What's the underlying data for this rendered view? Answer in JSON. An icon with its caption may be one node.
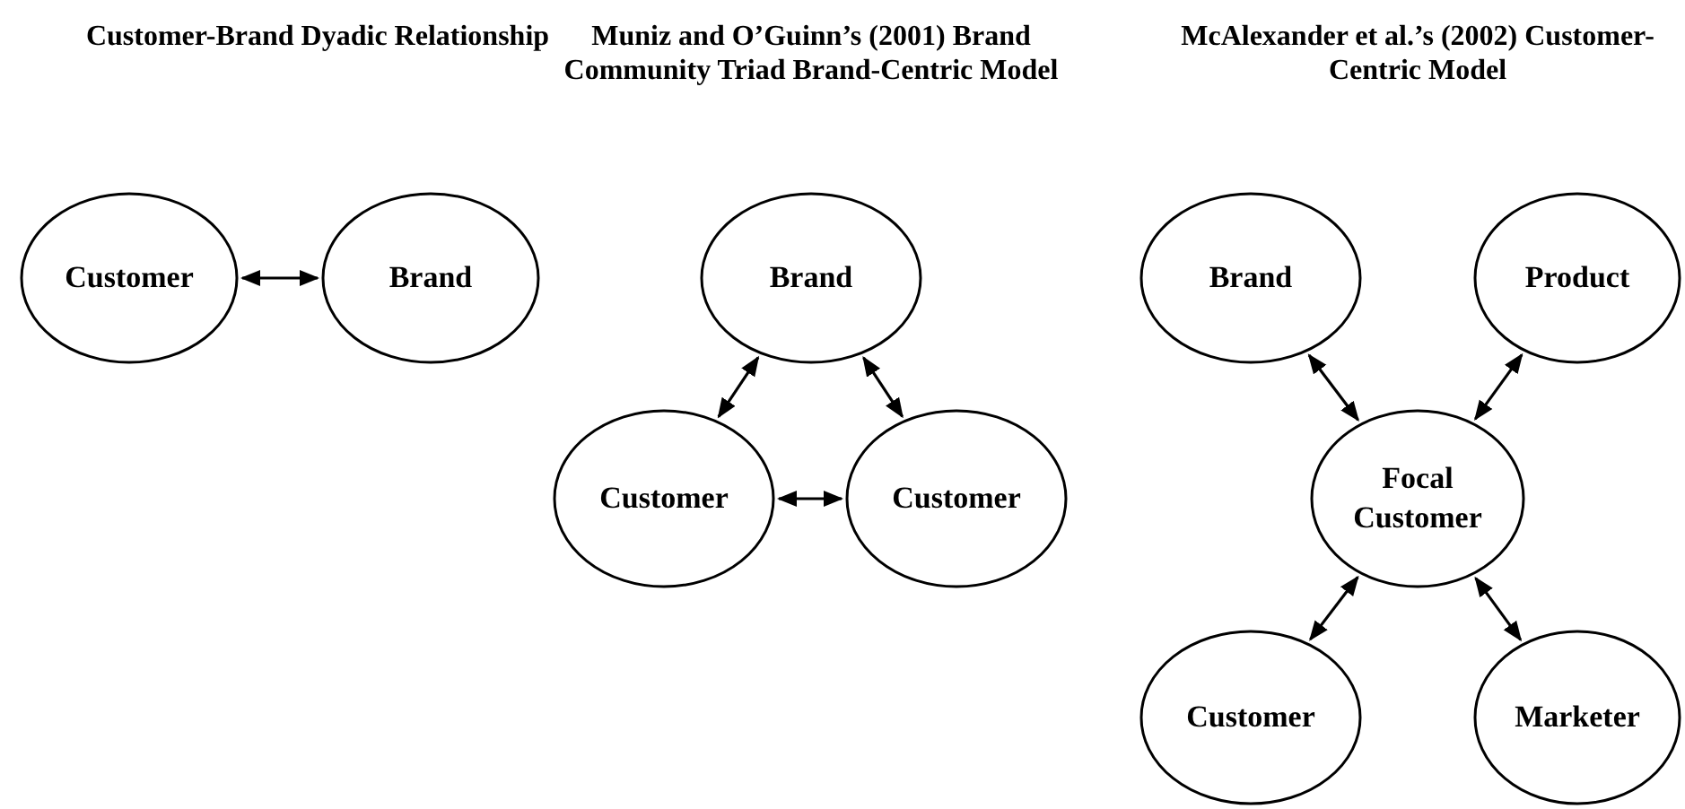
{
  "diagram": {
    "nodes": [
      {
        "text": [
          "Customer"
        ]
      },
      {
        "text": [
          "Brand"
        ]
      },
      {
        "text": [
          "Brand"
        ]
      },
      {
        "text": [
          "Customer"
        ]
      },
      {
        "text": [
          "Customer"
        ]
      },
      {
        "text": [
          "Brand"
        ]
      },
      {
        "text": [
          "Product"
        ]
      },
      {
        "text": [
          "Focal Customer"
        ]
      },
      {
        "text": [
          "Customer"
        ]
      },
      {
        "text": [
          "Marketer"
        ]
      }
    ],
    "edges": [
      {
        "from": 0,
        "to": 1,
        "arrow": "both"
      },
      {
        "from": 2,
        "to": 3,
        "arrow": "both"
      },
      {
        "from": 2,
        "to": 4,
        "arrow": "both"
      },
      {
        "from": 3,
        "to": 4,
        "arrow": "both"
      },
      {
        "from": 5,
        "to": 7,
        "arrow": "both"
      },
      {
        "from": 6,
        "to": 7,
        "arrow": "both"
      },
      {
        "from": 8,
        "to": 7,
        "arrow": "both"
      },
      {
        "from": 9,
        "to": 7,
        "arrow": "both"
      }
    ],
    "labels": [
      "Customer-Brand Dyadic Relationship",
      "Muniz and O’Guinn’s (2001) Brand Community Triad Brand-Centric Model",
      "McAlexander et al.’s (2002) Customer-Centric Model"
    ]
  }
}
